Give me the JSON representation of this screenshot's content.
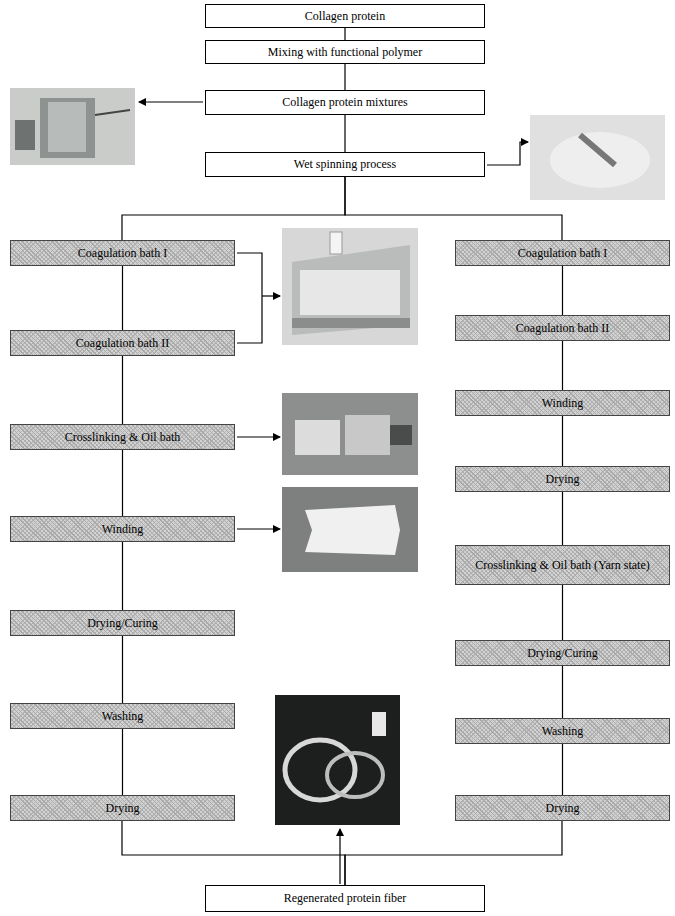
{
  "diagram": {
    "nodes": [
      {
        "text": [
          "Collagen protein"
        ]
      },
      {
        "text": [
          "Mixing with functional polymer"
        ]
      },
      {
        "text": [
          "Collagen protein mixtures"
        ]
      },
      {
        "text": [
          "Wet spinning process"
        ]
      },
      {
        "text": [
          "Coagulation bath I"
        ]
      },
      {
        "text": [
          "Coagulation bath II"
        ]
      },
      {
        "text": [
          "Crosslinking & Oil bath"
        ]
      },
      {
        "text": [
          "Winding"
        ]
      },
      {
        "text": [
          "Drying/Curing"
        ]
      },
      {
        "text": [
          "Washing"
        ]
      },
      {
        "text": [
          "Drying"
        ]
      },
      {
        "text": [
          "Coagulation bath I"
        ]
      },
      {
        "text": [
          "Coagulation bath II"
        ]
      },
      {
        "text": [
          "Winding"
        ]
      },
      {
        "text": [
          "Drying"
        ]
      },
      {
        "text": [
          "Crosslinking & Oil bath (Yarn state)"
        ]
      },
      {
        "text": [
          "Drying/Curing"
        ]
      },
      {
        "text": [
          "Washing"
        ]
      },
      {
        "text": [
          "Drying"
        ]
      },
      {
        "text": [
          "Regenerated protein fiber"
        ]
      }
    ],
    "edges": [
      {
        "from": 0,
        "to": 1,
        "arrow": "none"
      },
      {
        "from": 1,
        "to": 2,
        "arrow": "none"
      },
      {
        "from": 2,
        "to": 3,
        "arrow": "none"
      },
      {
        "from": 3,
        "to": 4,
        "arrow": "none"
      },
      {
        "from": 3,
        "to": 11,
        "arrow": "none"
      },
      {
        "from": 4,
        "to": 5,
        "arrow": "none"
      },
      {
        "from": 5,
        "to": 6,
        "arrow": "none"
      },
      {
        "from": 6,
        "to": 7,
        "arrow": "none"
      },
      {
        "from": 7,
        "to": 8,
        "arrow": "none"
      },
      {
        "from": 8,
        "to": 9,
        "arrow": "none"
      },
      {
        "from": 9,
        "to": 10,
        "arrow": "none"
      },
      {
        "from": 11,
        "to": 12,
        "arrow": "none"
      },
      {
        "from": 12,
        "to": 13,
        "arrow": "none"
      },
      {
        "from": 13,
        "to": 14,
        "arrow": "none"
      },
      {
        "from": 14,
        "to": 15,
        "arrow": "none"
      },
      {
        "from": 15,
        "to": 16,
        "arrow": "none"
      },
      {
        "from": 16,
        "to": 17,
        "arrow": "none"
      },
      {
        "from": 17,
        "to": 18,
        "arrow": "none"
      },
      {
        "from": 10,
        "to": 19,
        "arrow": "none"
      },
      {
        "from": 18,
        "to": 19,
        "arrow": "none"
      }
    ]
  }
}
